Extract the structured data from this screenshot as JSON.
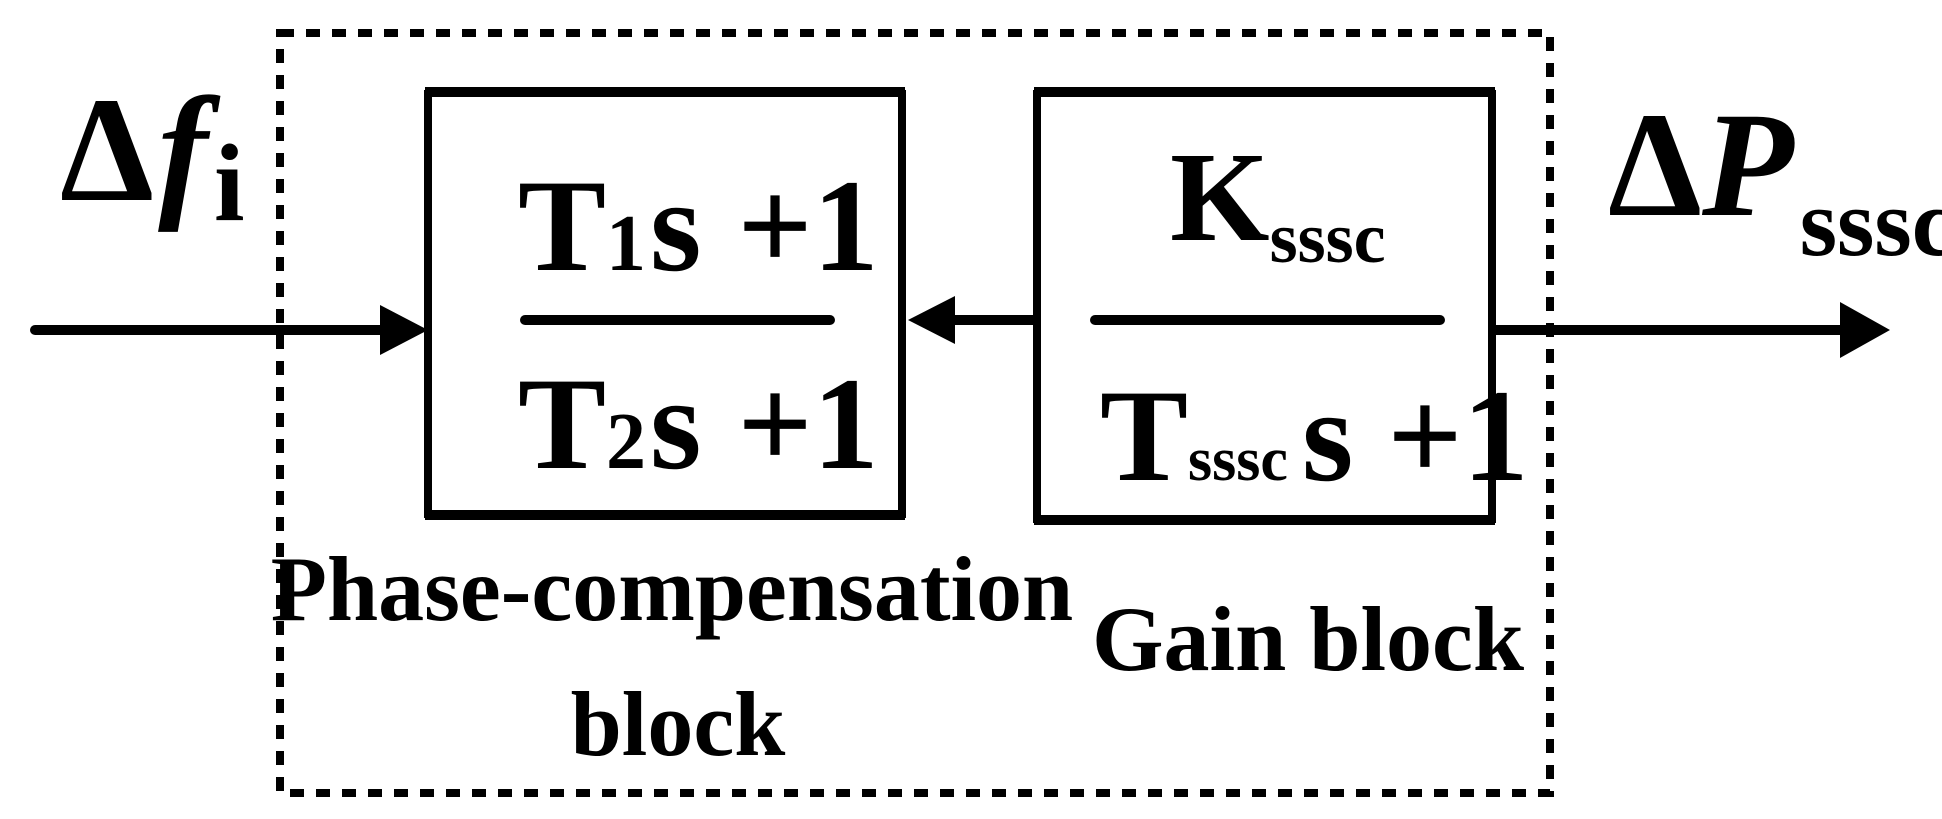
{
  "input_signal": {
    "delta": "Δ",
    "symbol": "f",
    "subscript": "i"
  },
  "output_signal": {
    "delta": "Δ",
    "symbol": "P",
    "subscript": "sssc"
  },
  "phase_block": {
    "numerator": {
      "coef": "T",
      "sub": "1",
      "var": "s",
      "rest": "+1"
    },
    "denominator": {
      "coef": "T",
      "sub": "2",
      "var": "s",
      "rest": "+1"
    },
    "caption_line1": "Phase-compensation",
    "caption_line2": "block"
  },
  "gain_block": {
    "numerator": {
      "coef": "K",
      "sub": "sssc"
    },
    "denominator": {
      "coef": "T",
      "sub": "sssc",
      "var": "s",
      "rest": "+1"
    },
    "caption": "Gain block"
  },
  "colors": {
    "stroke": "#000000",
    "background": "#ffffff"
  }
}
